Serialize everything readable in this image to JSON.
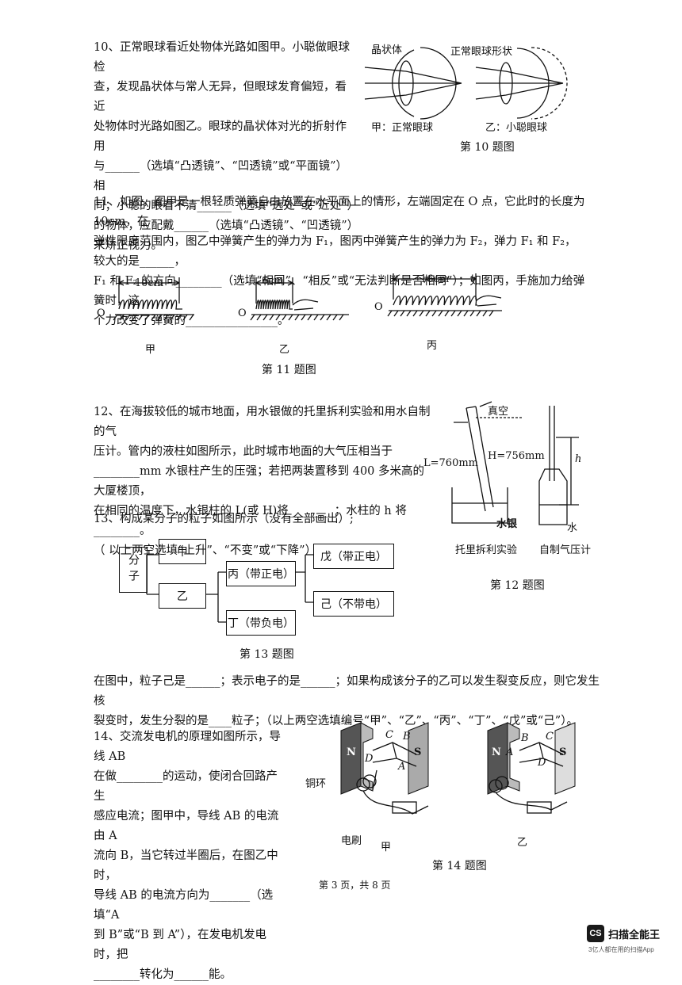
{
  "q10": {
    "lines": [
      "10、正常眼球看近处物体光路如图甲。小聪做眼球检",
      "查，发现晶状体与常人无异，但眼球发育偏短，看近",
      "处物体时光路如图乙。眼球的晶状体对光的折射作用",
      "与______（选填“凸透镜”、“凹透镜”或“平面镜”）相",
      "同；小聪的眼看不清______（选填“远处”或“近处”）",
      "的物体，应配戴______（选填“凸透镜”、“凹透镜”）",
      "来矫正视力。"
    ],
    "label_lens": "晶状体",
    "label_normal_shape": "正常眼球形状",
    "label_jia": "甲：正常眼球",
    "label_yi": "乙：小聪眼球",
    "caption": "第 10 题图"
  },
  "q11": {
    "lines": [
      "11、如图，图甲是一根轻质弹簧自由放置在水平面上的情形，左端固定在 O 点，它此时的长度为 10cm，在",
      "弹性限度范围内，图乙中弹簧产生的弹力为 F₁，图丙中弹簧产生的弹力为 F₂，弹力 F₁ 和 F₂，较大的是______，",
      "F₁ 和 F₂ 的方向________（选填“相同”、“相反”或“无法判断是否相同”）；如图丙，手施加力给弹簧时，这",
      "个力改变了弹簧的________________。"
    ],
    "len_a": "10cm",
    "len_b": "6cm",
    "len_c": "16cm",
    "o_label": "O",
    "fig_a": "甲",
    "fig_b": "乙",
    "fig_c": "丙",
    "caption": "第 11 题图"
  },
  "q12": {
    "lines": [
      "12、在海拔较低的城市地面，用水银做的托里拆利实验和用水自制的气",
      "压计。管内的液柱如图所示，此时城市地面的大气压相当于",
      "________mm 水银柱产生的压强；若把两装置移到 400 多米高的大厦楼顶，",
      "在相同的温度下，水银柱的 L(或 H)将________；水柱的 h 将________。",
      "（ 以上两空选填“上升”、“不变”或“下降”）"
    ],
    "vacuum": "真空",
    "L": "L=760mm",
    "H": "H=756mm",
    "h": "h",
    "mercury": "水银",
    "water": "水",
    "torricelli": "托里拆利实验",
    "barometer": "自制气压计",
    "caption": "第 12 题图"
  },
  "q13": {
    "line": "13、构成某分子的粒子如图所示（没有全部画出）;",
    "nodes": {
      "molecule": "分子",
      "jia": "甲",
      "yi": "乙",
      "bing": "丙（带正电）",
      "ding": "丁（带负电）",
      "wu": "戊（带正电）",
      "ji": "己（不带电）"
    },
    "caption": "第 13 题图",
    "after": [
      "在图中，粒子己是______；表示电子的是______；如果构成该分子的乙可以发生裂变反应，则它发生核",
      "裂变时，发生分裂的是____粒子；（以上两空选填编号“甲”、“乙”、“丙”、“丁”、“戊”或“己”）。"
    ]
  },
  "q14": {
    "lines": [
      "14、交流发电机的原理如图所示，导线 AB",
      "在做________的运动，使闭合回路产生",
      "感应电流；图甲中，导线 AB 的电流由 A",
      "流向 B，当它转过半圈后，在图乙中时，",
      "导线 AB 的电流方向为_______（选填“A",
      "到 B”或“B 到 A”），在发电机发电时，把",
      "________转化为______能。"
    ],
    "copper_ring": "铜环",
    "brush": "电刷",
    "fig_a": "甲",
    "fig_b": "乙",
    "N": "N",
    "S": "S",
    "A": "A",
    "B": "B",
    "C": "C",
    "D": "D",
    "caption": "第 14 题图"
  },
  "footer": {
    "page": "第 3 页，共 8 页",
    "logo": "CS",
    "app_name": "扫描全能王",
    "slogan": "3亿人都在用的扫描App"
  }
}
